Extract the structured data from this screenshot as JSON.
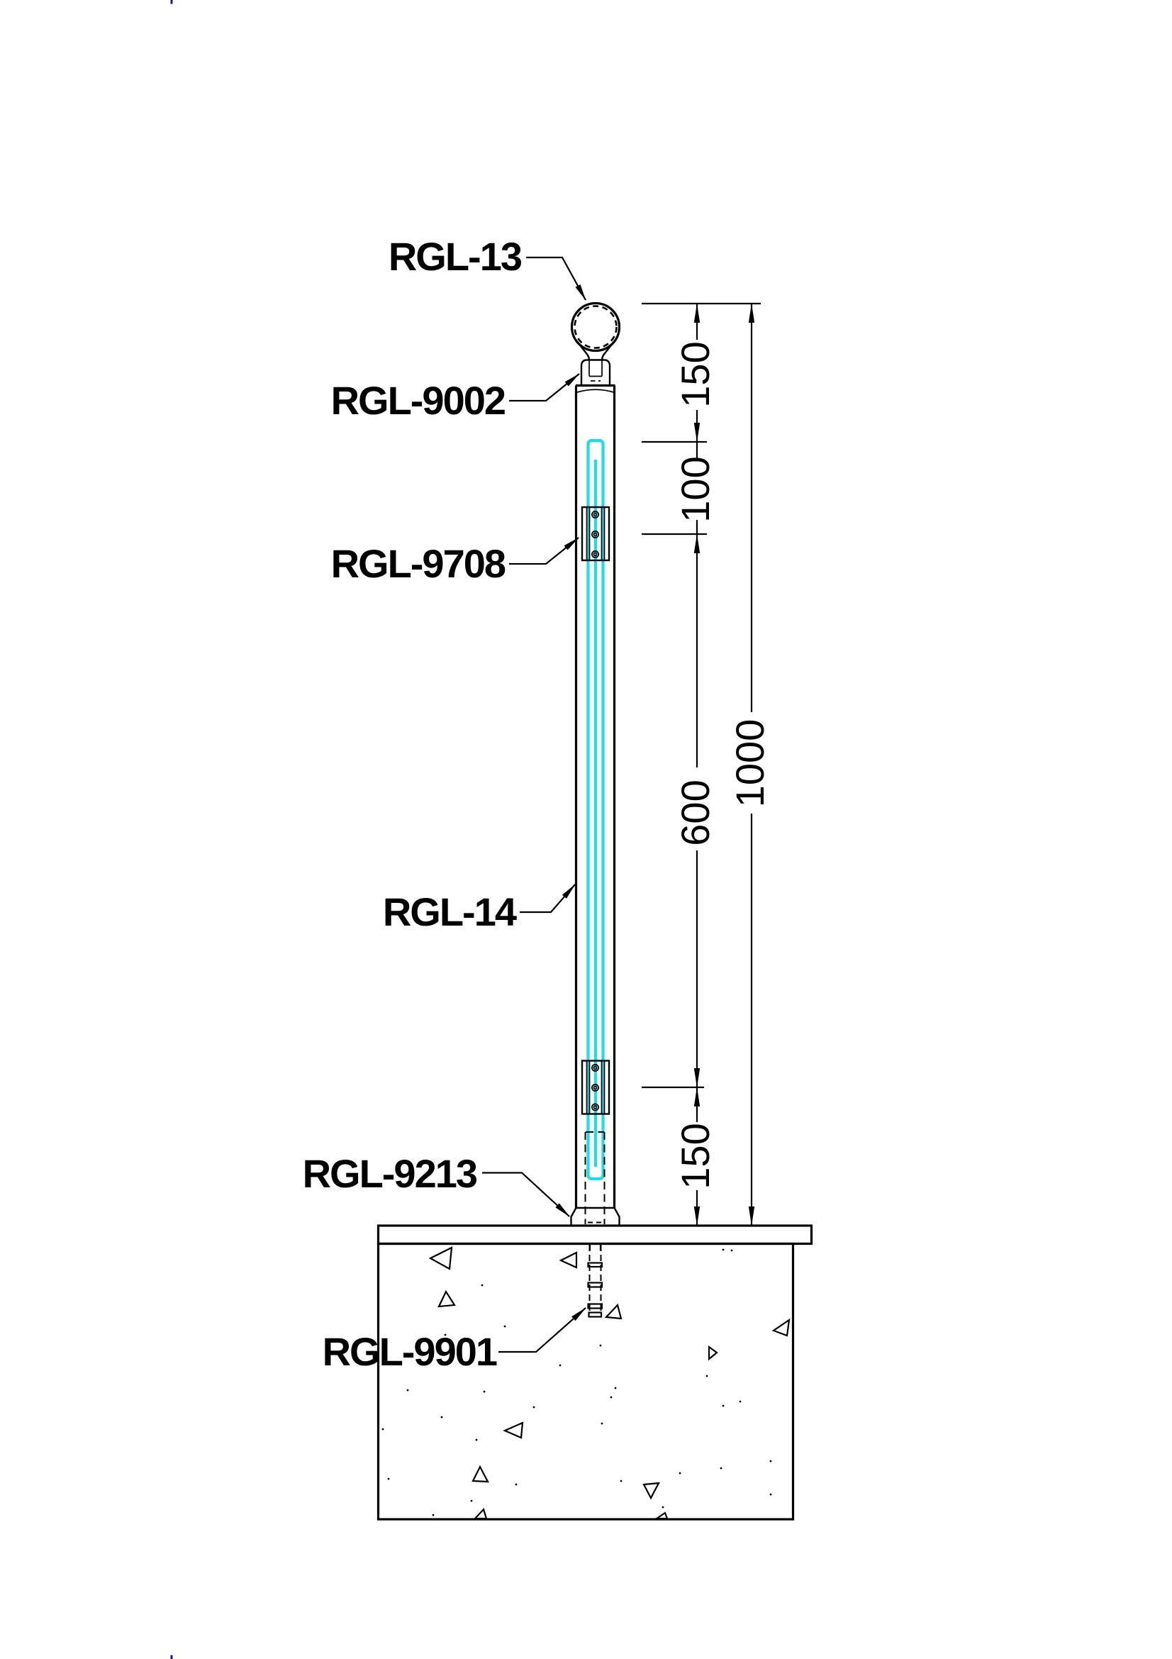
{
  "labels": {
    "rgl_13": "RGL-13",
    "rgl_9002": "RGL-9002",
    "rgl_9708": "RGL-9708",
    "rgl_14": "RGL-14",
    "rgl_9213": "RGL-9213",
    "rgl_9901": "RGL-9901"
  },
  "dimensions": {
    "top_offset": "150",
    "glass_to_clamp": "100",
    "clamp_spacing": "600",
    "bottom_offset": "150",
    "overall_height": "1000"
  },
  "colors": {
    "line": "#000000",
    "glass": "#1edde6",
    "plate_fill": "#d8d8d8",
    "register_mark": "#1b1a74"
  }
}
